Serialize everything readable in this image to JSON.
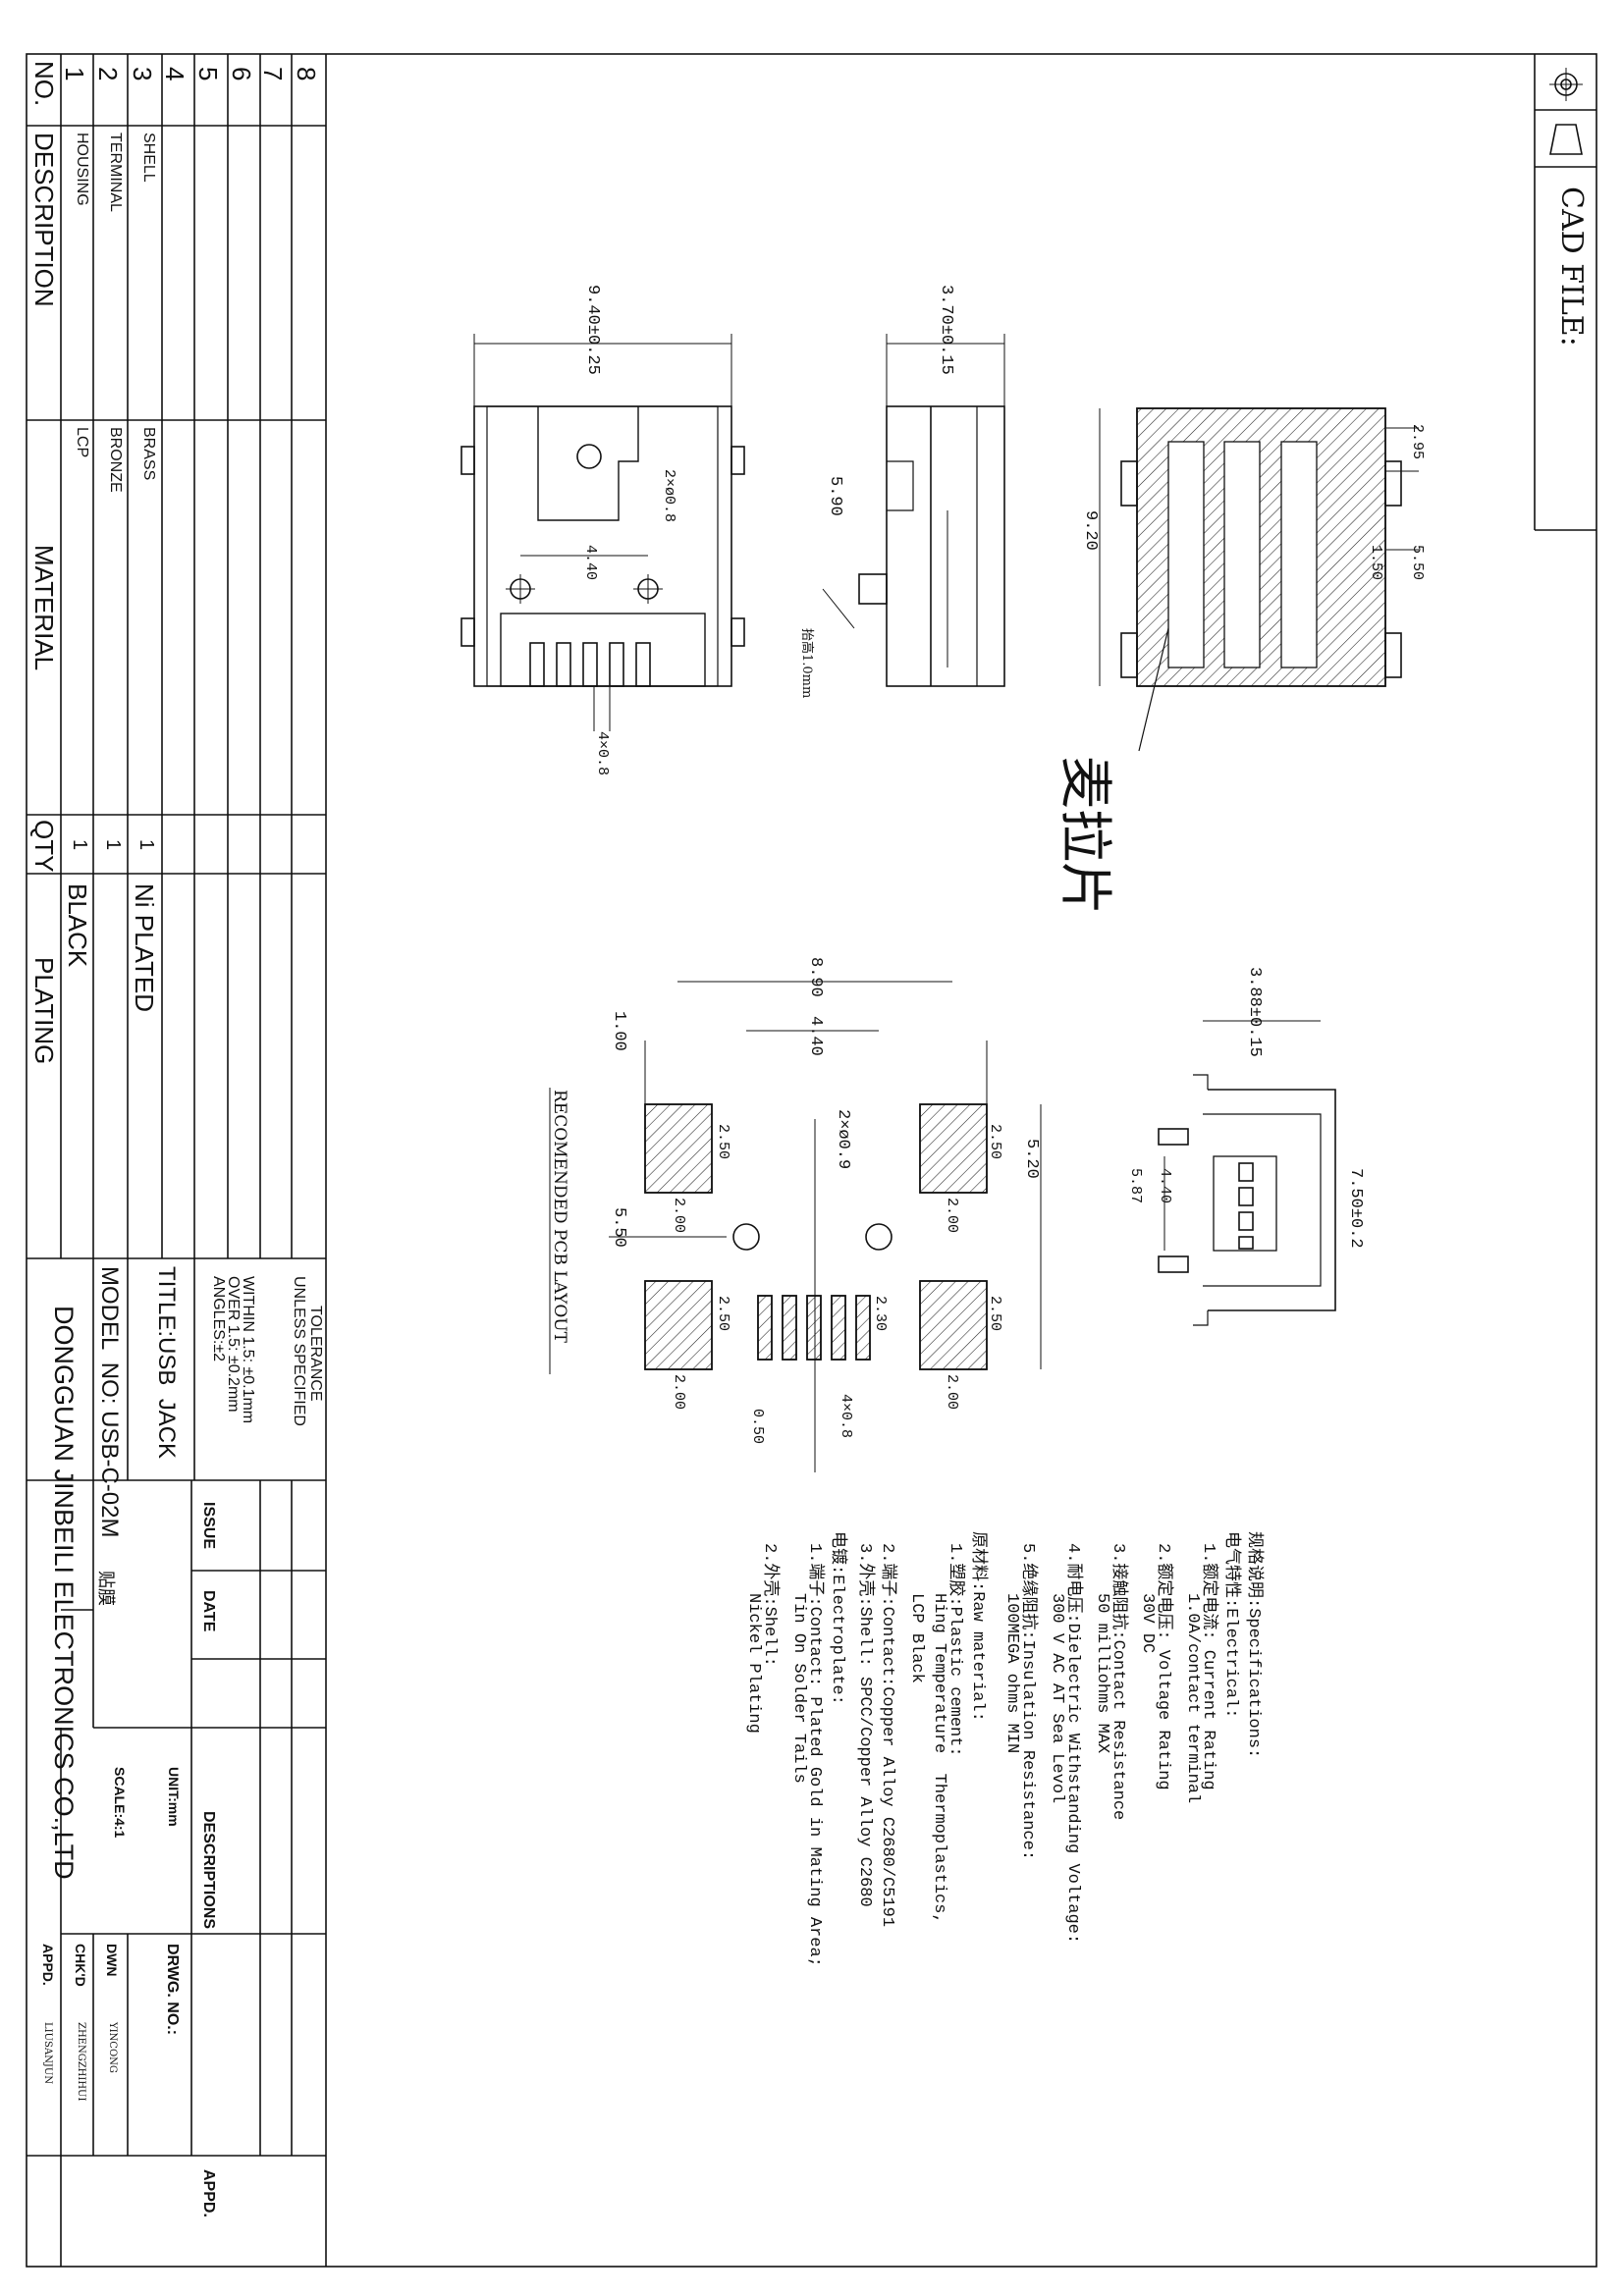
{
  "cad": {
    "label": "CAD FILE:"
  },
  "bom": {
    "nums": [
      "8",
      "7",
      "6",
      "5",
      "4",
      "3",
      "2",
      "1"
    ],
    "header": {
      "no": "NO.",
      "description": "DESCRIPTION",
      "material": "MATERIAL",
      "qty": "QTY",
      "plating": "PLATING"
    },
    "rows": [
      {
        "no": "1",
        "description": "HOUSING",
        "material": "LCP",
        "qty": "1",
        "plating": "BLACK"
      },
      {
        "no": "2",
        "description": "TERMINAL",
        "material": "BRONZE",
        "qty": "1",
        "plating": ""
      },
      {
        "no": "3",
        "description": "SHELL",
        "material": "BRASS",
        "qty": "1",
        "plating": "Ni PLATED"
      }
    ]
  },
  "title_block": {
    "tolerance_title": "TOLERANCE",
    "tolerance_sub": "UNLESS SPECIFIED",
    "tol1": "WITHIN 1.5: ±0.1mm",
    "tol2": "OVER 1.5: ±0.2mm",
    "tol3": "ANGLES:±2",
    "title": "TITLE:USB  JACK",
    "model": "MODEL  NO: USB-C-02M",
    "model_note": "贴膜",
    "company": "DONGGUAN JINBEILI ELECTRONICS CO.,LTD",
    "issue": "ISSUE",
    "date": "DATE",
    "descriptions": "DESCRIPTIONS",
    "appd_head": "APPD.",
    "unit": "UNIT:mm",
    "scale": "SCALE:4:1",
    "drwg_no": "DRWG. NO.:",
    "dwn": "DWN",
    "chkd": "CHK'D",
    "appd": "APPD.",
    "dwn_name": "YINCONG",
    "chkd_name": "ZHENGZHIHUI",
    "appd_name": "LIUSANJUN"
  },
  "dims": {
    "d940": "9.40±0.25",
    "d370": "3.70±0.15",
    "d590": "5.90",
    "d920": "9.20",
    "d295": "2.95",
    "d150": "1.50",
    "d550": "5.50",
    "d2x08": "2×ø0.8",
    "d440a": "4.40",
    "d4x08a": "4×0.8",
    "lift": "抬高1.0mm",
    "pull_tab": "麦拉片",
    "d388": "3.88±0.15",
    "d750": "7.50±0.2",
    "d440b": "4.40",
    "d587": "5.87",
    "d890": "8.90",
    "d440c": "4.40",
    "d100": "1.00",
    "d2x09": "2×ø0.9",
    "d520": "5.20",
    "d250a": "2.50",
    "d250b": "2.50",
    "d200a": "2.00",
    "d200b": "2.00",
    "d550b": "5.50",
    "d250c": "2.50",
    "d250d": "2.50",
    "d230": "2.30",
    "d200c": "2.00",
    "d200d": "2.00",
    "d050": "0.50",
    "d4x08b": "4×0.8",
    "pcb_title": "RECOMENDED PCB LAYOUT"
  },
  "specs": [
    "规格说明:Specifications:",
    "电气特性:Electrical:",
    "1.额定电流: Current Rating",
    "     1.0A/contact terminal",
    "2.额定电压: Voltage Rating",
    "     30V DC",
    "3.接触阻抗:Contact Resistance",
    "     50 milliohms MAX",
    "4.耐电压:Dielectric Withstanding Voltage:",
    "     300 V AC AT Sea Levol",
    "5.绝缘阻抗:Insulation Resistance:",
    "     100MEGA ohms MIN",
    "原材料:Raw material:",
    "1.塑胶:Plastic cement:",
    "     Hing Temperature  Thermoplastics,",
    "     LCP Black",
    "2.端子:Contact:Copper Alloy C2680/C5191",
    "3.外壳:Shell: SPCC/Copper Alloy C2680",
    "电镀:Electroplate:",
    "1.端子:Contact: Plated Gold in Mating Area;",
    "     Tin On Solder Tails",
    "2.外壳:Shell:",
    "     Nickel Plating"
  ]
}
